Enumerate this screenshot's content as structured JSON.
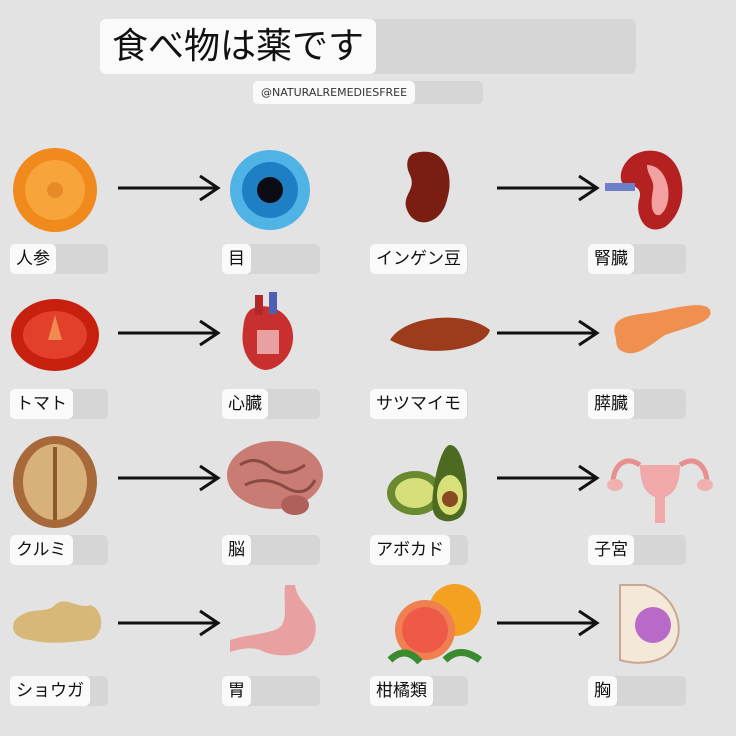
{
  "title": "食べ物は薬です",
  "handle": "@NATURALREMEDIESFREE",
  "pairs": [
    {
      "food": "人参",
      "organ": "目",
      "food_icon": "carrot-slice-icon",
      "organ_icon": "eye-icon"
    },
    {
      "food": "インゲン豆",
      "organ": "腎臓",
      "food_icon": "kidney-bean-icon",
      "organ_icon": "kidney-icon"
    },
    {
      "food": "トマト",
      "organ": "心臓",
      "food_icon": "tomato-icon",
      "organ_icon": "heart-icon"
    },
    {
      "food": "サツマイモ",
      "organ": "膵臓",
      "food_icon": "sweet-potato-icon",
      "organ_icon": "pancreas-icon"
    },
    {
      "food": "クルミ",
      "organ": "脳",
      "food_icon": "walnut-icon",
      "organ_icon": "brain-icon"
    },
    {
      "food": "アボカド",
      "organ": "子宮",
      "food_icon": "avocado-icon",
      "organ_icon": "uterus-icon"
    },
    {
      "food": "ショウガ",
      "organ": "胃",
      "food_icon": "ginger-icon",
      "organ_icon": "stomach-icon"
    },
    {
      "food": "柑橘類",
      "organ": "胸",
      "food_icon": "citrus-icon",
      "organ_icon": "breast-icon"
    }
  ]
}
